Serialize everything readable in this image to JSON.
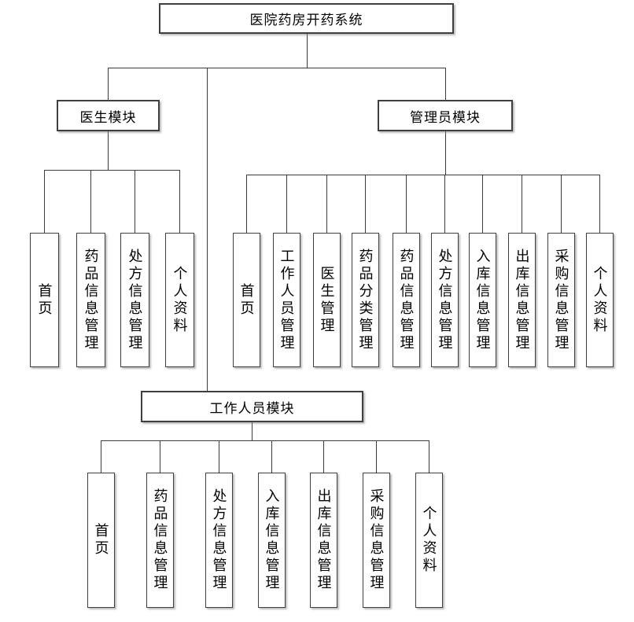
{
  "diagram": {
    "title": "医院药房开药系统",
    "modules": [
      {
        "label": "医生模块",
        "children": [
          {
            "label": "首页"
          },
          {
            "label": "药品信息管理"
          },
          {
            "label": "处方信息管理"
          },
          {
            "label": "个人资料"
          }
        ]
      },
      {
        "label": "管理员模块",
        "children": [
          {
            "label": "首页"
          },
          {
            "label": "工作人员管理"
          },
          {
            "label": "医生管理"
          },
          {
            "label": "药品分类管理"
          },
          {
            "label": "药品信息管理"
          },
          {
            "label": "处方信息管理"
          },
          {
            "label": "入库信息管理"
          },
          {
            "label": "出库信息管理"
          },
          {
            "label": "采购信息管理"
          },
          {
            "label": "个人资料"
          }
        ]
      },
      {
        "label": "工作人员模块",
        "children": [
          {
            "label": "首页"
          },
          {
            "label": "药品信息管理"
          },
          {
            "label": "处方信息管理"
          },
          {
            "label": "入库信息管理"
          },
          {
            "label": "出库信息管理"
          },
          {
            "label": "采购信息管理"
          },
          {
            "label": "个人资料"
          }
        ]
      }
    ],
    "line_color": "#3c3c3c"
  }
}
